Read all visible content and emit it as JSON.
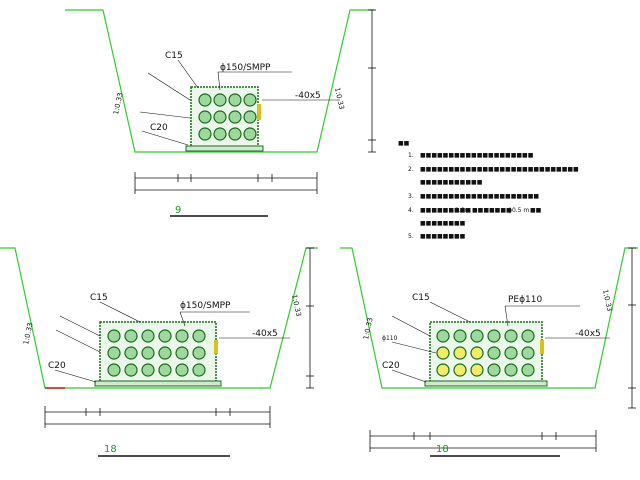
{
  "colors": {
    "trench": "#2ecc2e",
    "concrete": "#1a6b1a",
    "pipe_fill": "#9fd89f",
    "pipe_fill_yellow": "#f0ec6a",
    "tape": "#d6c21a",
    "dimension": "#111111",
    "accent_red": "#d01818"
  },
  "section_top": {
    "label_c15": "C15",
    "label_pipe": "ϕ150/SMPP",
    "label_tape": "-40x5",
    "label_c20": "C20",
    "label_slope_left": "1:0.33",
    "label_slope_right": "1:0.33",
    "title": "9"
  },
  "section_bl": {
    "label_c15": "C15",
    "label_pipe": "ϕ150/SMPP",
    "label_tape": "-40x5",
    "label_c20": "C20",
    "label_slope_left": "1:0.33",
    "label_slope_right": "1:0.33",
    "title": "18"
  },
  "section_br": {
    "label_c15": "C15",
    "label_pipe": "PEϕ110",
    "label_pipe_left": "ϕ110",
    "label_tape": "-40x5",
    "label_c20": "C20",
    "label_slope_left": "1:0.33",
    "label_slope_right": "1:0.33",
    "title": "18"
  },
  "notes": {
    "items": [
      "1.",
      "2.",
      "3.",
      "4.",
      "5."
    ],
    "item4_values": [
      "2.0m",
      "ϕ0.5 m"
    ]
  }
}
